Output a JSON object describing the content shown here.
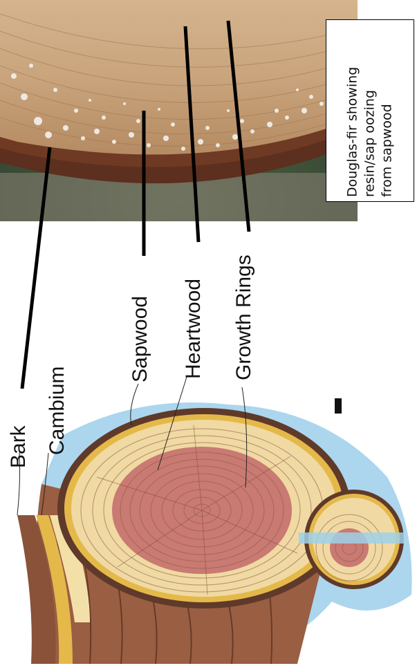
{
  "photo": {
    "caption_lines": [
      "Douglas-fir showing",
      "resin/sap oozing",
      "from sapwood"
    ]
  },
  "diagram": {
    "labels": {
      "bark": "Bark",
      "cambium": "Cambium",
      "sapwood": "Sapwood",
      "heartwood": "Heartwood",
      "growth_rings": "Growth Rings"
    }
  },
  "colors": {
    "bark": "#7a4a36",
    "sapwood": "#f0d9a3",
    "heartwood": "#c97a72",
    "cambium": "#e4b94a",
    "sky_wash": "#8fc8e8",
    "leader_lines": "#000000"
  }
}
